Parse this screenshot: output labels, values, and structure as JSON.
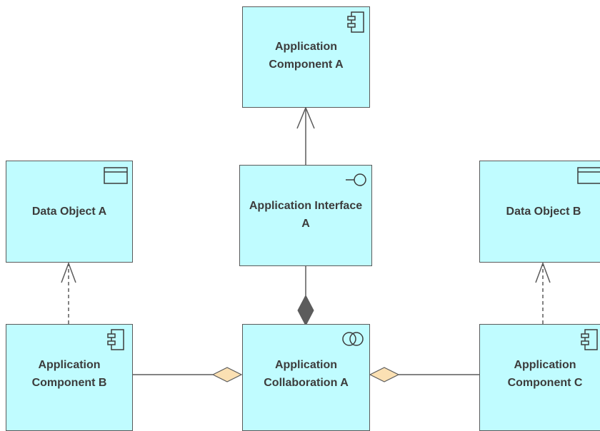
{
  "diagram": {
    "nodes": [
      {
        "id": "app-component-a",
        "label": "Application\nComponent A",
        "icon": "component-icon"
      },
      {
        "id": "data-object-a",
        "label": "Data Object A",
        "icon": "data-object-icon"
      },
      {
        "id": "app-interface-a",
        "label": "Application Interface\nA",
        "icon": "interface-icon"
      },
      {
        "id": "data-object-b",
        "label": "Data Object B",
        "icon": "data-object-icon"
      },
      {
        "id": "app-component-b",
        "label": "Application\nComponent B",
        "icon": "component-icon"
      },
      {
        "id": "app-collaboration-a",
        "label": "Application\nCollaboration A",
        "icon": "collaboration-icon"
      },
      {
        "id": "app-component-c",
        "label": "Application\nComponent C",
        "icon": "component-icon"
      }
    ],
    "edges": [
      {
        "id": "assignment-interface-to-component-a",
        "from": "app-interface-a",
        "to": "app-component-a",
        "type": "solid-open-arrow"
      },
      {
        "id": "access-component-b-to-data-object-a",
        "from": "app-component-b",
        "to": "data-object-a",
        "type": "dashed-open-arrow"
      },
      {
        "id": "access-component-c-to-data-object-b",
        "from": "app-component-c",
        "to": "data-object-b",
        "type": "dashed-open-arrow"
      },
      {
        "id": "composition-collaboration-interface",
        "from": "app-interface-a",
        "to": "app-collaboration-a",
        "type": "composition"
      },
      {
        "id": "aggregation-collaboration-component-b",
        "from": "app-component-b",
        "to": "app-collaboration-a",
        "type": "aggregation"
      },
      {
        "id": "aggregation-collaboration-component-c",
        "from": "app-component-c",
        "to": "app-collaboration-a",
        "type": "aggregation"
      }
    ]
  },
  "colors": {
    "node_fill": "#c0fcff",
    "node_border": "#5a5a5a",
    "edge": "#5a5a5a",
    "composition_fill": "#5c5c5c",
    "aggregation_fill": "#fbe0b3"
  }
}
